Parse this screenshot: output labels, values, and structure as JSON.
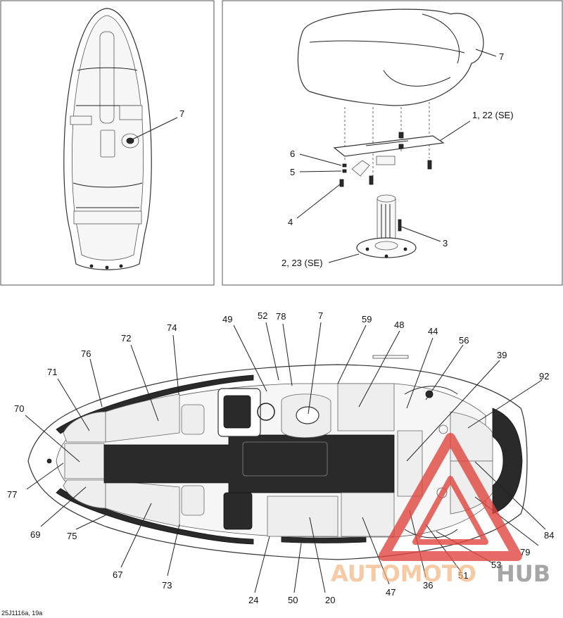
{
  "diagram": {
    "part_code": "25J1116a, 19a",
    "watermark": {
      "part1": "AUTOMOTO",
      "part2": "HUB",
      "accent": "#e0463f",
      "orange": "#f0b27a"
    },
    "top_left_labels": [
      "7"
    ],
    "top_right_labels": [
      "7",
      "1, 22 (SE)",
      "6",
      "5",
      "4",
      "3",
      "2, 23 (SE)"
    ],
    "bottom_labels": [
      "74",
      "72",
      "76",
      "71",
      "70",
      "77",
      "69",
      "75",
      "67",
      "73",
      "49",
      "52",
      "78",
      "7",
      "59",
      "48",
      "44",
      "56",
      "39",
      "92",
      "84",
      "79",
      "53",
      "51",
      "36",
      "47",
      "20",
      "50",
      "24"
    ]
  }
}
